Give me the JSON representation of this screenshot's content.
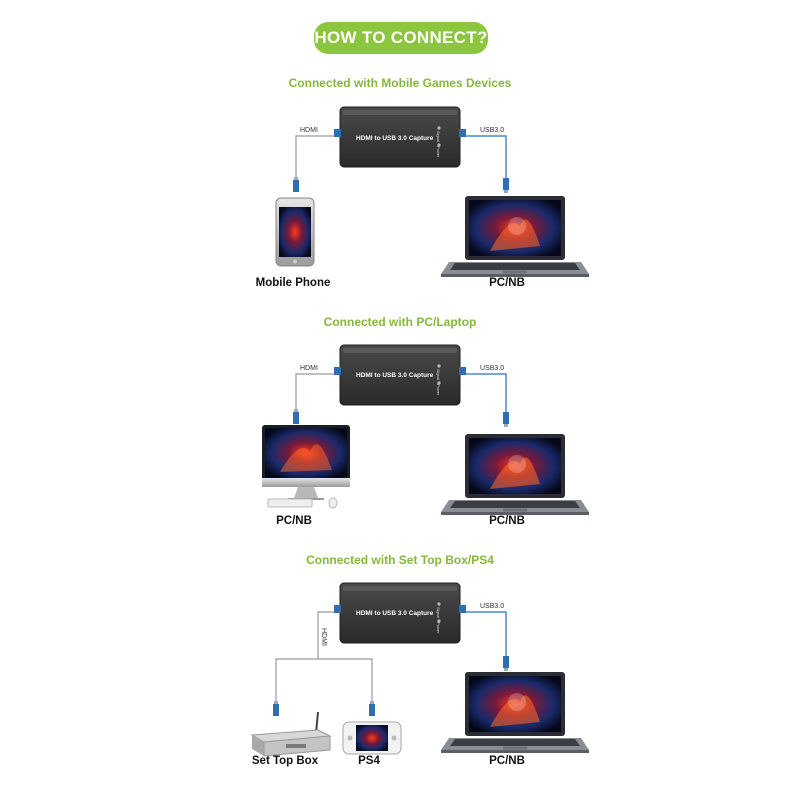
{
  "title": "HOW TO CONNECT?",
  "device_label": "HDMI to USB 3.0 Capture",
  "led_signal": "Signal",
  "led_power": "Power",
  "cable_hdmi": "HDMI",
  "cable_usb": "USB3.0",
  "sections": [
    {
      "heading": "Connected with Mobile Games Devices",
      "left_label": "Mobile Phone",
      "right_label": "PC/NB"
    },
    {
      "heading": "Connected with PC/Laptop",
      "left_label": "PC/NB",
      "right_label": "PC/NB"
    },
    {
      "heading": "Connected with Set Top Box/PS4",
      "left_label": "Set Top Box",
      "middle_label": "PS4",
      "right_label": "PC/NB"
    }
  ]
}
